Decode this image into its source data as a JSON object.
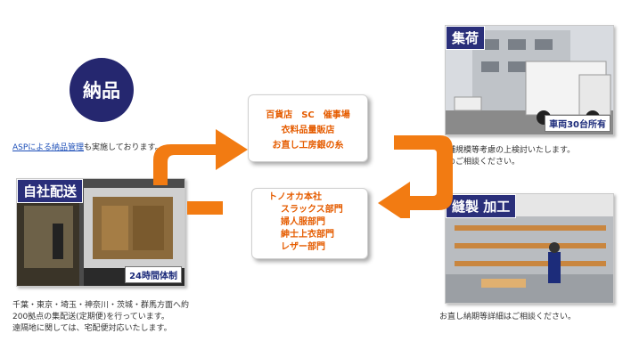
{
  "delivery": {
    "badge": "納品",
    "note_link": "ASPによる納品管理",
    "note_rest": "も実施しております。"
  },
  "self_delivery": {
    "label": "自社配送",
    "caption": "24時間体制",
    "desc": [
      "千葉・東京・埼玉・神奈川・茨城・群馬方面へ約",
      "200拠点の集配送(定期便)を行っています。",
      "遠隔地に関しては、宅配便対応いたします。"
    ]
  },
  "pickup": {
    "label": "集荷",
    "caption": "車両30台所有",
    "desc": [
      "店舗規模等考慮の上検討いたします。",
      "予めご相談ください。"
    ]
  },
  "sewing": {
    "label": "縫製 加工",
    "desc": [
      "お直し納期等詳細はご相談ください。"
    ]
  },
  "clients": {
    "lines": [
      "百貨店　SC　催事場",
      "衣料品量販店",
      "お直し工房銀の糸"
    ]
  },
  "tonooka": {
    "title": "トノオカ本社",
    "departments": [
      "スラックス部門",
      "婦人服部門",
      "紳士上衣部門",
      "レザー部門"
    ]
  },
  "colors": {
    "accent": "#f27b12",
    "navy": "#2a2f7a",
    "orange_text": "#e55c00"
  }
}
